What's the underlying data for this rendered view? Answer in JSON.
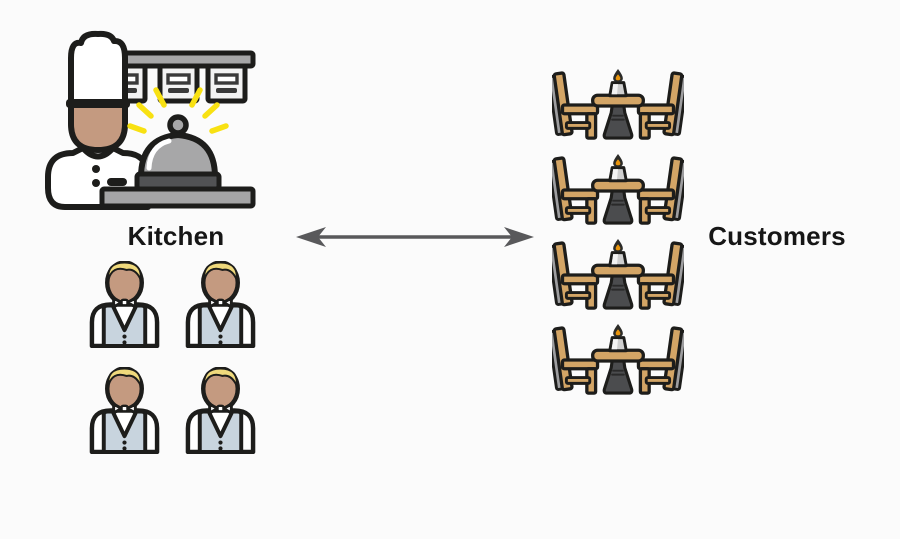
{
  "diagram": {
    "description_visible_text_only": false,
    "kitchen": {
      "label": "Kitchen",
      "waiter_count": 4,
      "icons": [
        "chef-with-order-rail-and-service-bell-icon",
        "waiter-with-bow-tie-icon"
      ]
    },
    "customers": {
      "label": "Customers",
      "table_count": 4,
      "icons": [
        "table-for-two-with-candle-icon"
      ]
    },
    "connection": {
      "type": "double-headed-arrow",
      "color": "#59595b"
    },
    "colors": {
      "background": "#fbfbfb",
      "outline": "#1d1d1b",
      "skin_tan": "#c49a80",
      "hair_blond": "#efd97c",
      "vest_blue_gray": "#c8d4de",
      "wood_tan": "#d3a566",
      "metal_gray": "#a7a7a8",
      "dark_gray": "#4b4c4e",
      "sparkle_yellow": "#f8e112",
      "flame_orange": "#e8940c",
      "text": "#161616"
    }
  }
}
